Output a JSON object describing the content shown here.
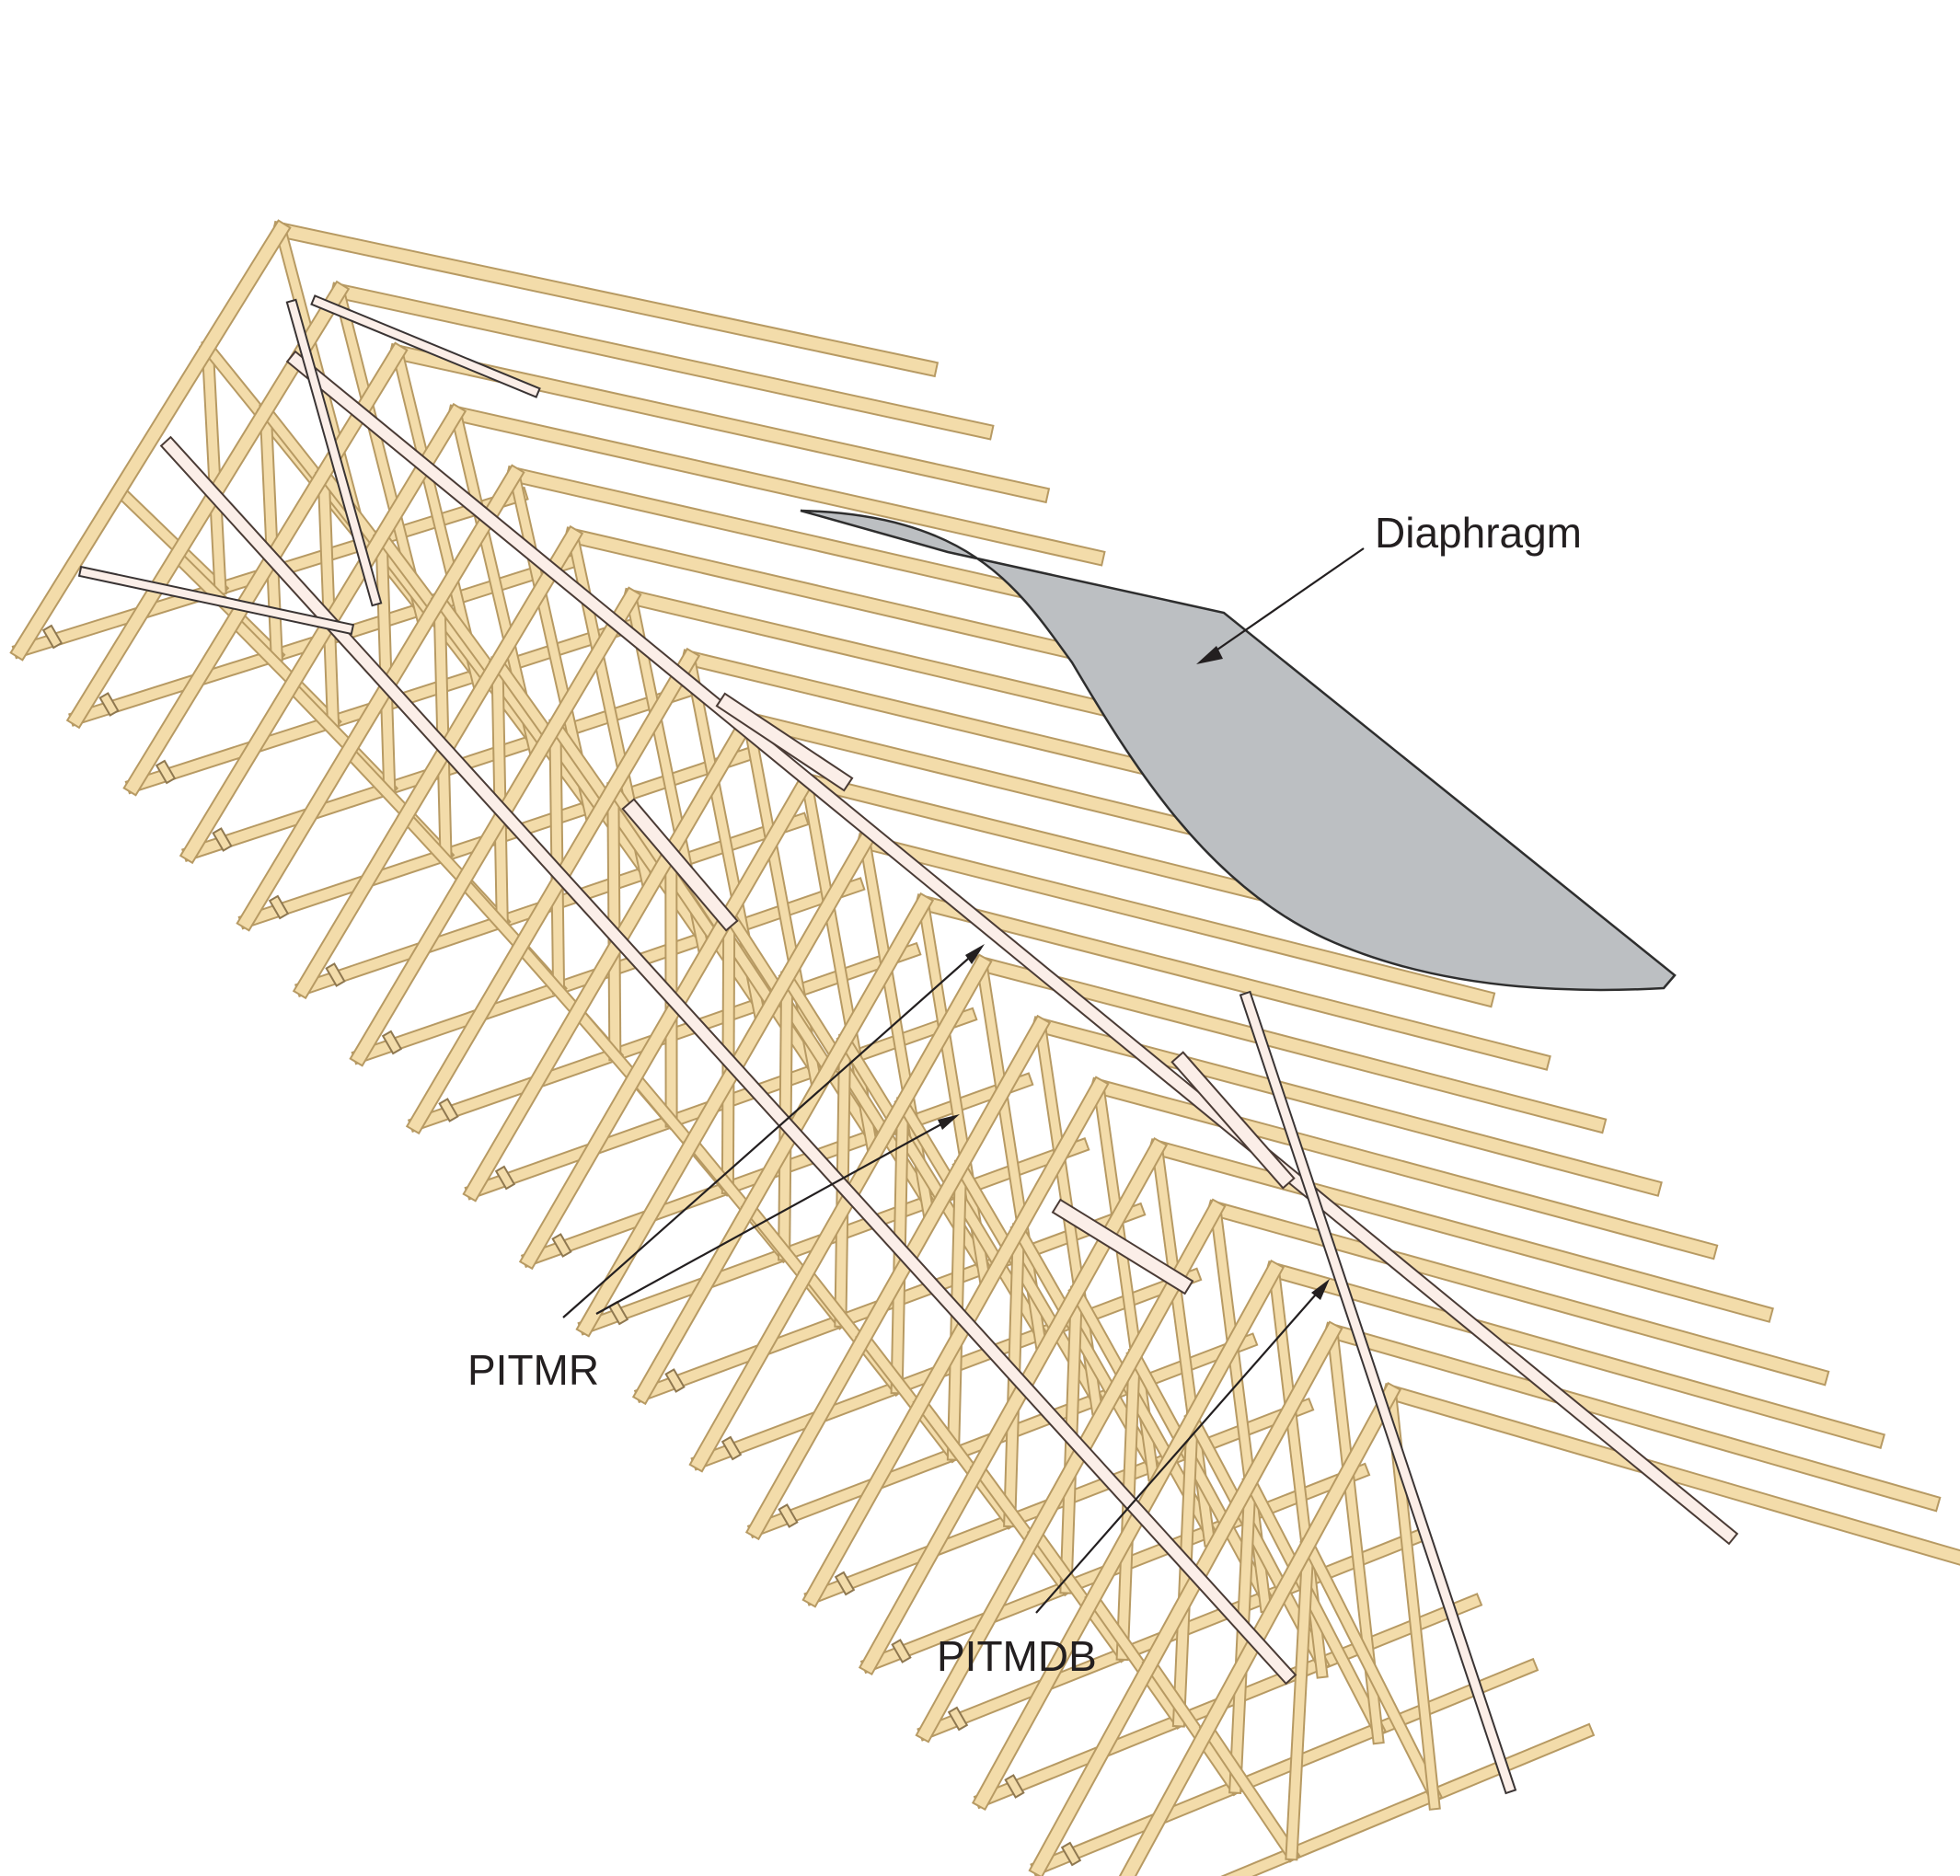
{
  "labels": {
    "diaphragm": "Diaphragm",
    "pitmr": "PITMR",
    "pitmdb": "PITMDB"
  },
  "colors": {
    "wood_fill": "#f3dcaa",
    "wood_edge": "#b79a63",
    "wood_dark": "#8f7850",
    "brace_fill": "#fbeee8",
    "brace_edge": "#4a3b35",
    "diagonal_brace": "#3a3434",
    "diaphragm_fill": "#bcbfc2",
    "diaphragm_edge": "#2e2e2e",
    "text": "#231f20"
  },
  "trusses": {
    "count": 20
  }
}
